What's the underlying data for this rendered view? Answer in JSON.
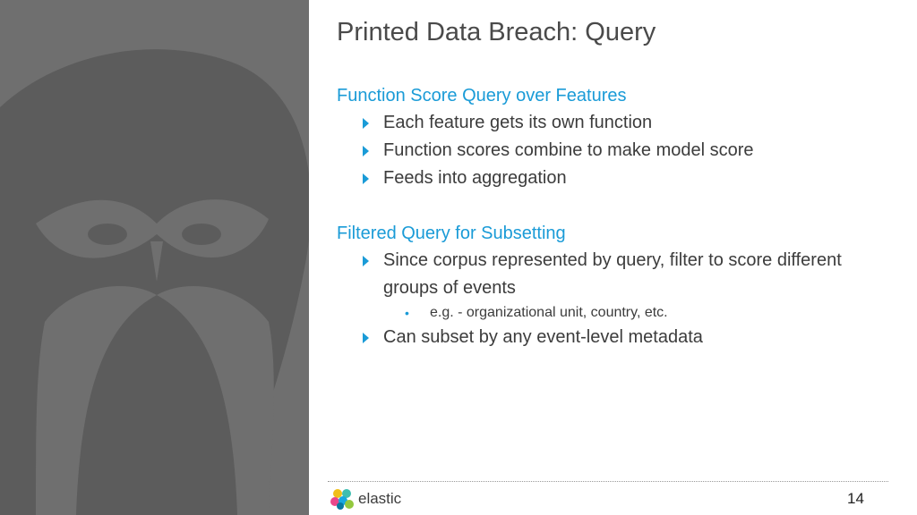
{
  "slide": {
    "title": "Printed Data Breach: Query",
    "page_number": "14"
  },
  "sections": [
    {
      "heading": "Function Score Query over Features",
      "bullets": [
        "Each feature gets its own function",
        "Function scores combine to make model score",
        "Feeds into aggregation"
      ]
    },
    {
      "heading": "Filtered Query for Subsetting",
      "bullets": [
        "Since corpus represented by query, filter to score different groups of events",
        "Can subset by any event-level metadata"
      ],
      "sub_bullets": [
        "e.g. - organizational unit, country, etc."
      ]
    }
  ],
  "footer": {
    "logo_text": "elastic",
    "logo_icon": "elastic-logo-icon"
  },
  "decoration": {
    "panel_icon": "owl-silhouette-icon",
    "panel_color": "#6f6f6f",
    "accent_color": "#1a9bd7"
  }
}
